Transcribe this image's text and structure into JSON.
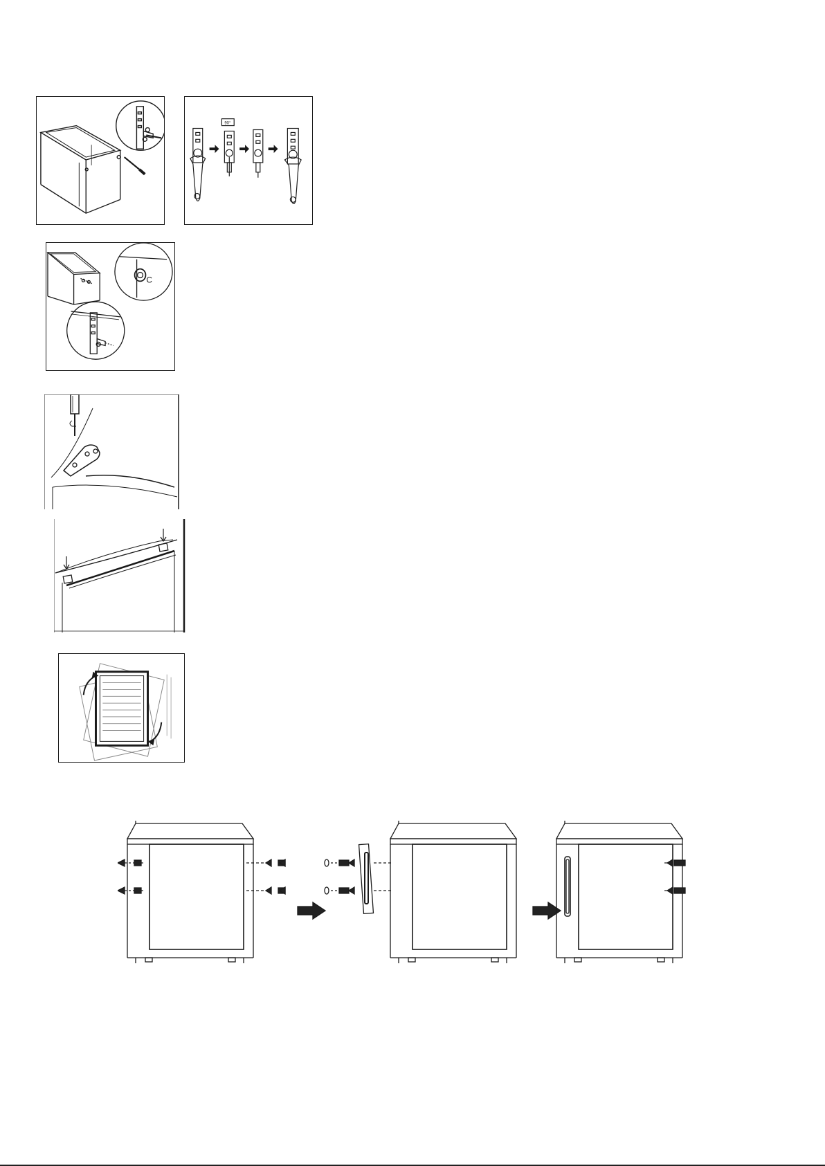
{
  "figures": [
    {
      "id": "fig1",
      "icon": "cabinet-hinge-removal-icon"
    },
    {
      "id": "fig2",
      "icon": "hinge-pin-swap-sequence-icon"
    },
    {
      "id": "fig3",
      "icon": "cabinet-hinge-reinstall-icon"
    },
    {
      "id": "fig4",
      "icon": "top-hinge-screw-icon"
    },
    {
      "id": "fig5",
      "icon": "top-cover-removal-icon"
    },
    {
      "id": "fig6",
      "icon": "door-gasket-rotation-icon"
    },
    {
      "id": "fig7",
      "icon": "handle-reversal-sequence-icon"
    }
  ],
  "labels": {
    "detail_letter": "C",
    "tool_tag": "90°"
  },
  "colors": {
    "line": "#1a1a1a",
    "arrow_fill": "#222222",
    "page": "#ffffff"
  }
}
